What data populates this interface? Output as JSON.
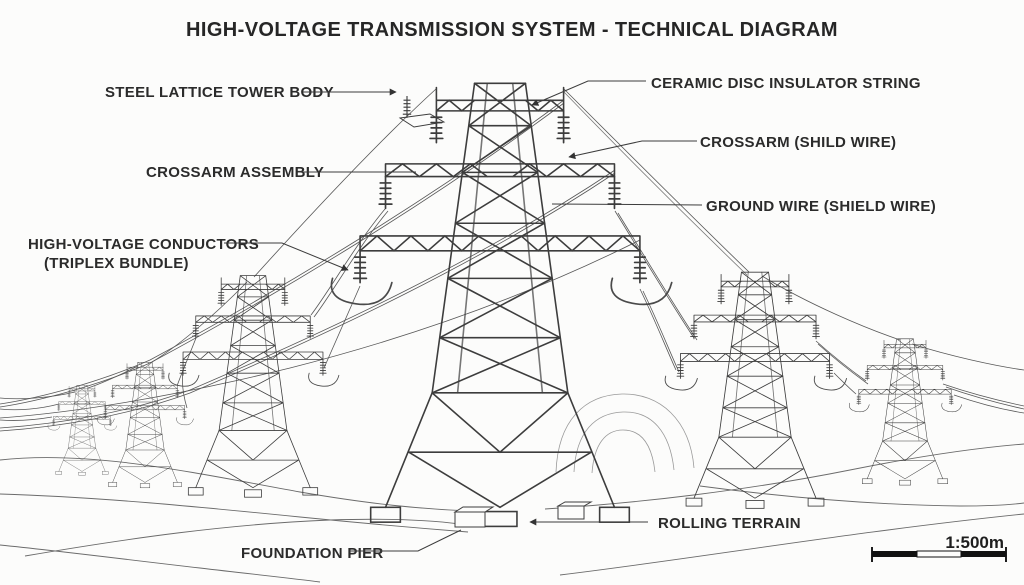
{
  "title": "HIGH-VOLTAGE TRANSMISSION SYSTEM - TECHNICAL DIAGRAM",
  "labels": {
    "steel_lattice_tower_body": "STEEL LATTICE TOWER BODY",
    "crossarm_assembly": "CROSSARM ASSEMBLY",
    "hv_conductors_line1": "HIGH-VOLTAGE CONDUCTORS",
    "hv_conductors_line2": "(TRIPLEX BUNDLE)",
    "ceramic_disc_insulator_string": "CERAMIC DISC INSULATOR STRING",
    "crossarm_shield_wire": "CROSSARM (SHILD WIRE)",
    "ground_wire_shield_wire": "GROUND WIRE (SHIELD WIRE)",
    "rolling_terrain": "ROLLING TERRAIN",
    "foundation_pier": "FOUNDATION PIER"
  },
  "scale": {
    "text": "1:500m"
  },
  "colors": {
    "background": "#fcfcfb",
    "ink": "#2b2b2b",
    "line": "#3d3d3d"
  }
}
